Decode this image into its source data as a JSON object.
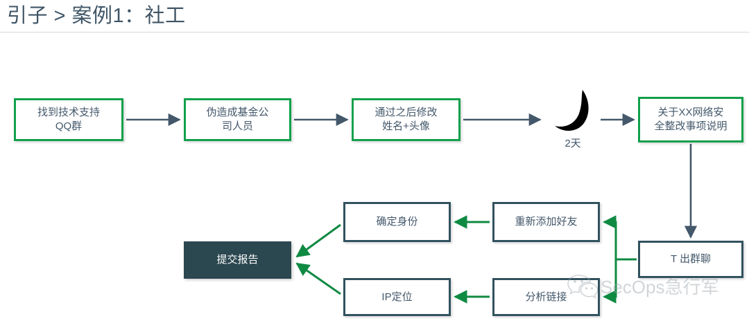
{
  "header": {
    "title": "引子 > 案例1：社工",
    "title_color": "#3f5566",
    "divider_color": "#d4d7da"
  },
  "theme": {
    "green": "#11a04b",
    "green_arrow": "#0f8a42",
    "slate": "#31525f",
    "slate_arrow": "#44586b",
    "filled_bg": "#2b4750",
    "text": "#44586b",
    "background": "#ffffff"
  },
  "flow": {
    "top_row": [
      {
        "id": "qq-group",
        "label": "找到技术支持\nQQ群",
        "style": "green"
      },
      {
        "id": "fake-staff",
        "label": "伪造成基金公\n司人员",
        "style": "green"
      },
      {
        "id": "modify-name",
        "label": "通过之后修改\n姓名+头像",
        "style": "green"
      },
      {
        "id": "notice",
        "label": "关于XX网络安\n全整改事项说明",
        "style": "green"
      }
    ],
    "wait_marker": {
      "icon": "crescent-moon-icon",
      "caption": "2天"
    },
    "lower_row": [
      {
        "id": "confirm-id",
        "label": "确定身份",
        "style": "slate"
      },
      {
        "id": "readd-friend",
        "label": "重新添加好友",
        "style": "slate"
      },
      {
        "id": "kick-out",
        "label": "T 出群聊",
        "style": "slate"
      },
      {
        "id": "ip-locate",
        "label": "IP定位",
        "style": "slate"
      },
      {
        "id": "analyze-link",
        "label": "分析链接",
        "style": "slate"
      },
      {
        "id": "submit-report",
        "label": "提交报告",
        "style": "filled"
      }
    ]
  },
  "watermark": {
    "logo": "wechat-logo-icon",
    "text": "SecOps急行军"
  }
}
